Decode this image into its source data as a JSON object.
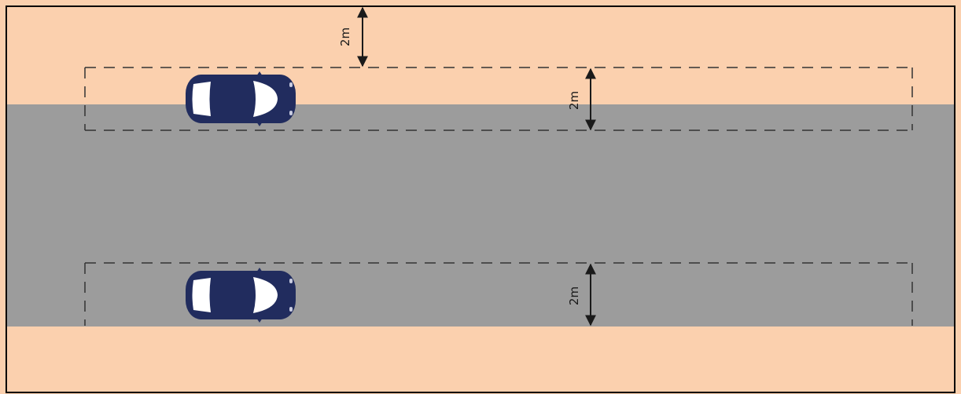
{
  "colors": {
    "background": "#FBD0AE",
    "road": "#9C9C9C",
    "car_body": "#212C5E",
    "car_glass": "#FFFFFF",
    "dashed_line": "#333333",
    "arrow": "#1A1A1A",
    "frame": "#000000"
  },
  "dimensions": [
    {
      "label": "2m"
    },
    {
      "label": "2m"
    },
    {
      "label": "2m"
    }
  ],
  "cars": [
    {
      "icon": "car-icon"
    },
    {
      "icon": "car-icon"
    }
  ]
}
